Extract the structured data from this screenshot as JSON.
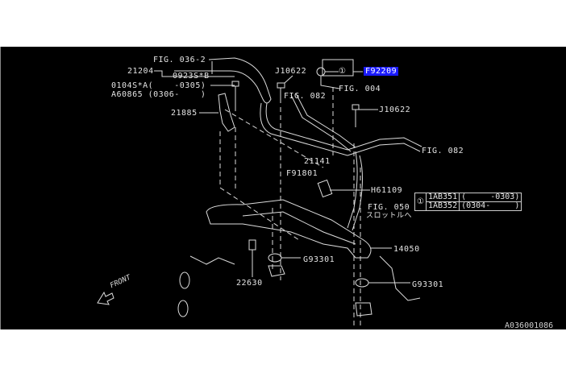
{
  "diagram": {
    "id": "A036001086",
    "front_label": "FRONT",
    "callouts": {
      "fig_036_2": "FIG. 036-2",
      "p21204": "21204",
      "p0923sb": "0923S*B",
      "p0104sa": "0104S*A(    -0305)",
      "pa60865": "A60865 (0306-    )",
      "p21885": "21885",
      "j10622_top": "J10622",
      "f92209": "F92209",
      "fig_004": "FIG. 004",
      "fig_082_a": "FIG. 082",
      "j10622_right": "J10622",
      "fig_082_b": "FIG. 082",
      "p21141": "21141",
      "f91801": "F91801",
      "h61109": "H61109",
      "fig_050": "FIG. 050",
      "to_throttle": "スロットルへ",
      "p14050": "14050",
      "g93301_a": "G93301",
      "p22630": "22630",
      "g93301_b": "G93301"
    },
    "reference_table": {
      "marker": "①",
      "rows": [
        {
          "part": "1AB351",
          "range": "(     -0303)"
        },
        {
          "part": "1AB352",
          "range": "(0304-     )"
        }
      ]
    },
    "box_marker": "①",
    "highlight_color": "#1a1aff"
  }
}
